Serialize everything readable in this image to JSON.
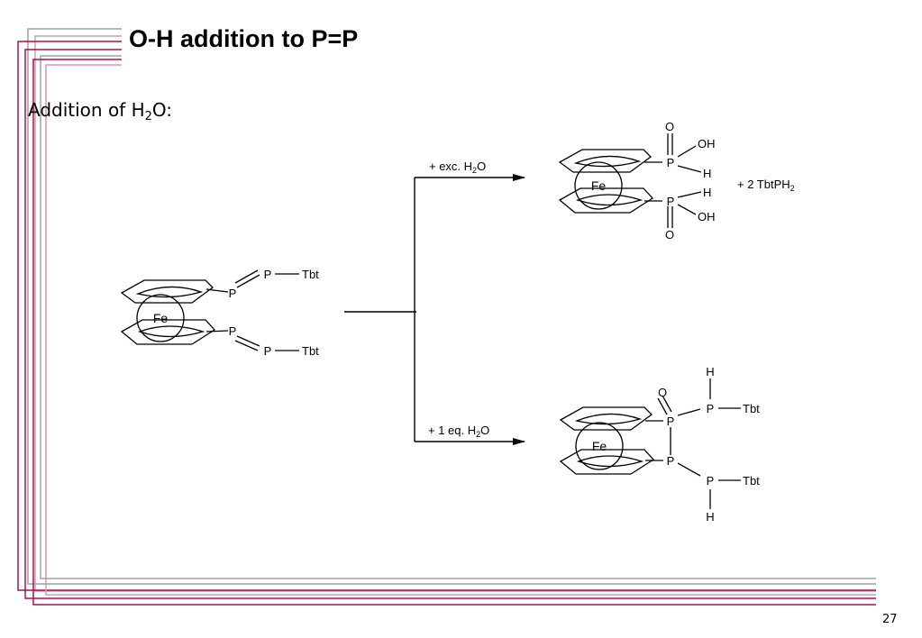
{
  "slide": {
    "title": "O-H addition to P=P",
    "subtitle_prefix": "Addition of H",
    "subtitle_sub": "2",
    "subtitle_suffix": "O:",
    "page_number": "27"
  },
  "colors": {
    "frame_gray": "#a0a0a0",
    "frame_pink": "#d49aae",
    "frame_crimson": "#a8124a"
  },
  "scheme": {
    "center_atom": "Fe",
    "reactant": {
      "atom_p": "P",
      "substituent": "Tbt"
    },
    "upper_path": {
      "condition_prefix": "+ exc. H",
      "condition_sub": "2",
      "condition_suffix": "O",
      "byproduct_prefix": "+ 2 TbtPH",
      "byproduct_sub": "2",
      "labels": {
        "p": "P",
        "o": "O",
        "oh": "OH",
        "h": "H"
      }
    },
    "lower_path": {
      "condition_prefix": "+ 1 eq. H",
      "condition_sub": "2",
      "condition_suffix": "O",
      "labels": {
        "p": "P",
        "o": "O",
        "h": "H",
        "substituent": "Tbt"
      }
    }
  }
}
